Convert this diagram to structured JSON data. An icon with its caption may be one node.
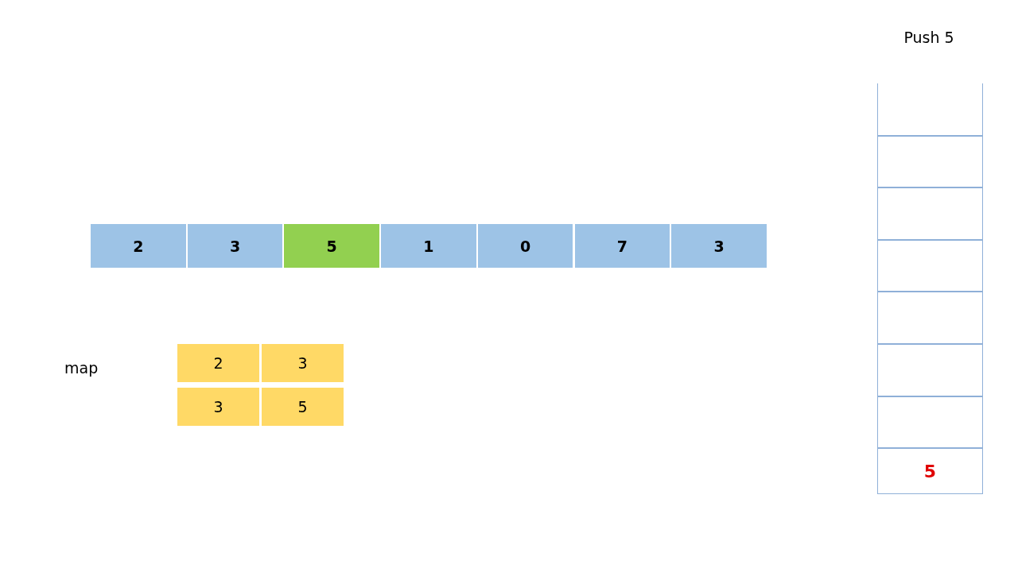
{
  "diagram": {
    "nodes": [
      {
        "text": [
          "2"
        ]
      },
      {
        "text": [
          "3"
        ]
      },
      {
        "text": [
          "5"
        ]
      },
      {
        "text": [
          "1"
        ]
      },
      {
        "text": [
          "0"
        ]
      },
      {
        "text": [
          "7"
        ]
      },
      {
        "text": [
          "3"
        ]
      },
      {
        "text": [
          "2"
        ]
      },
      {
        "text": [
          "3"
        ]
      },
      {
        "text": [
          "3"
        ]
      },
      {
        "text": [
          "5"
        ]
      },
      {
        "text": [],
        "shape": "box"
      },
      {
        "text": [],
        "shape": "box"
      },
      {
        "text": [],
        "shape": "box"
      },
      {
        "text": [],
        "shape": "box"
      },
      {
        "text": [],
        "shape": "box"
      },
      {
        "text": [],
        "shape": "box"
      },
      {
        "text": [],
        "shape": "box"
      },
      {
        "text": [
          "5"
        ]
      }
    ],
    "edges": [],
    "labels": [
      "Push 5",
      "map"
    ]
  }
}
